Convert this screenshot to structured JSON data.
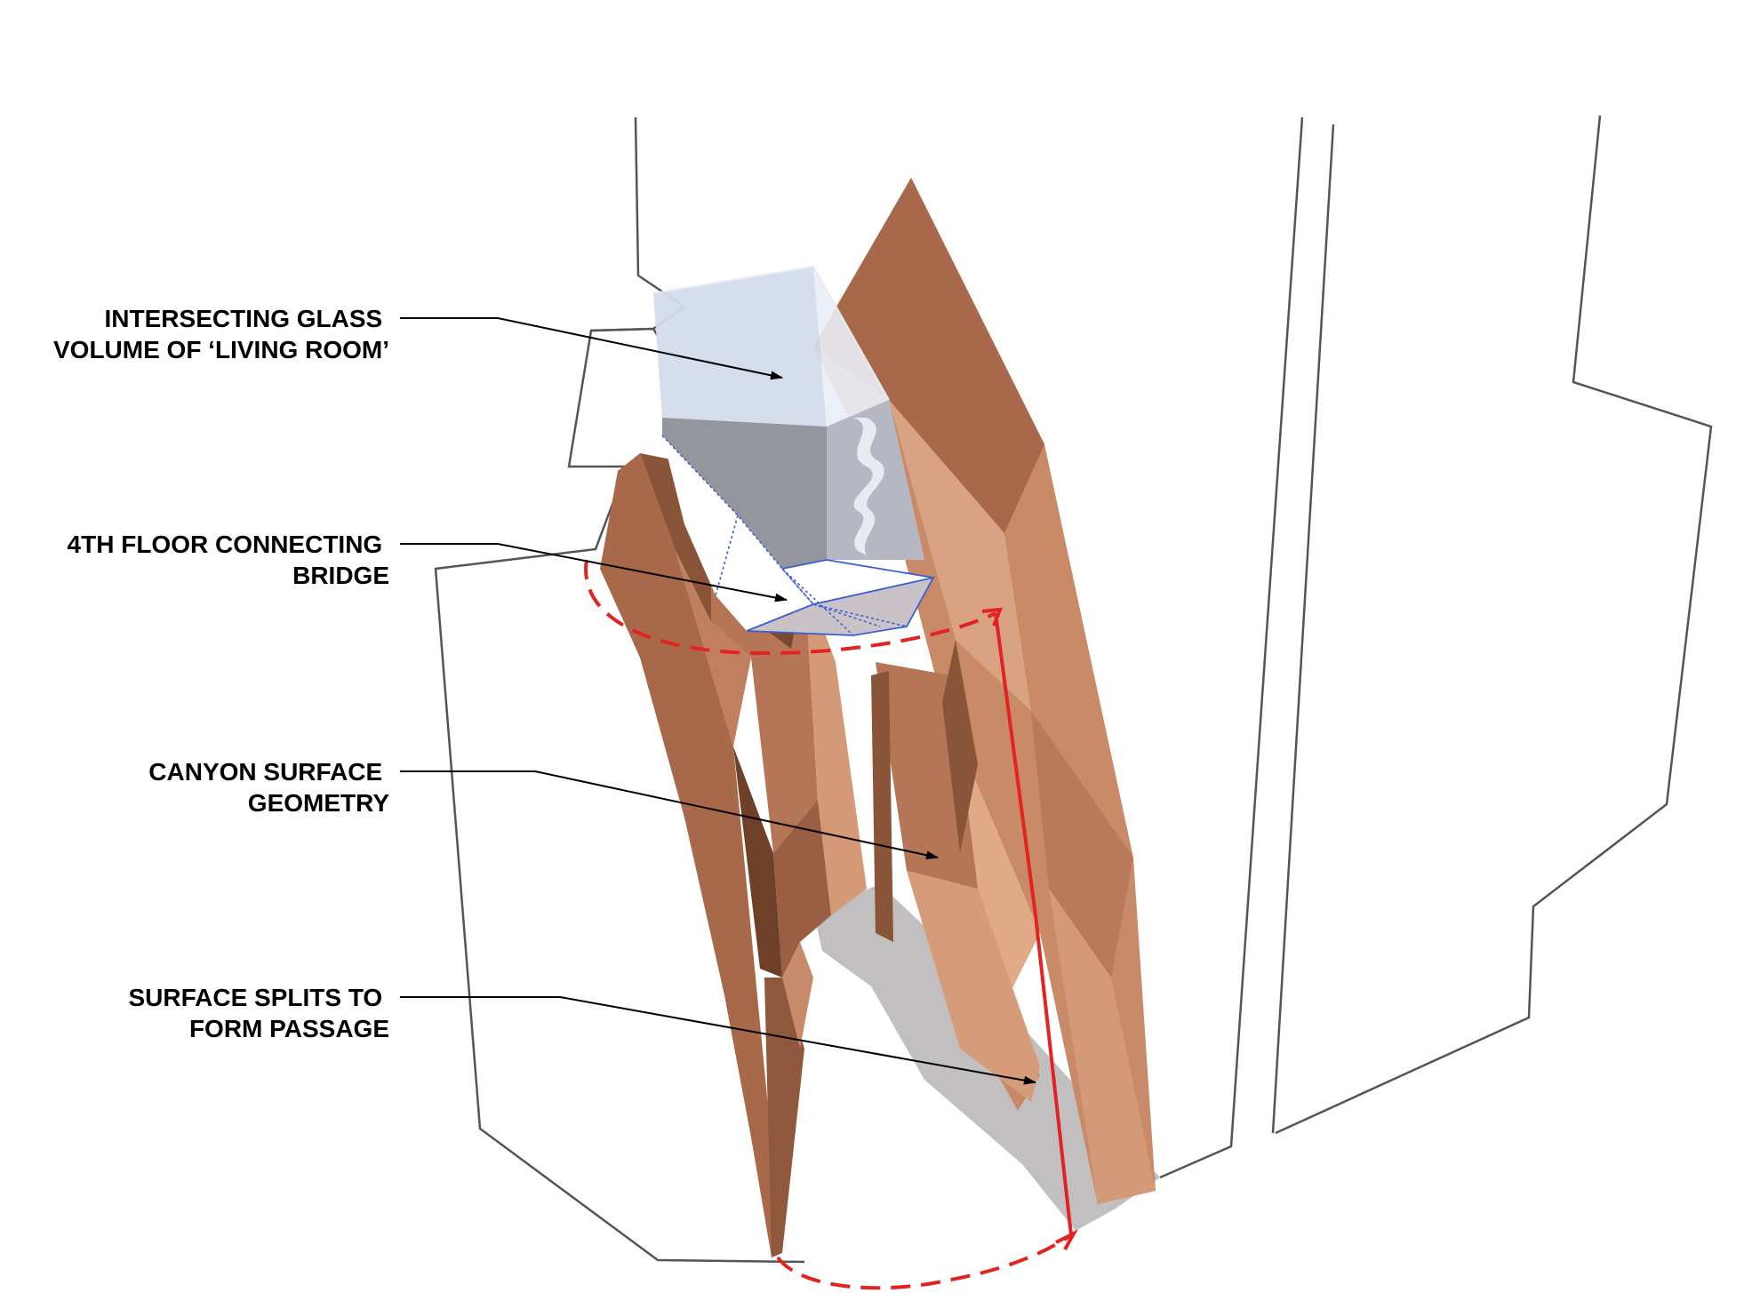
{
  "labels": [
    {
      "id": "glass-volume",
      "lines": [
        "INTERSECTING GLASS",
        "VOLUME OF ‘LIVING ROOM’"
      ]
    },
    {
      "id": "bridge",
      "lines": [
        "4TH FLOOR CONNECTING",
        "BRIDGE"
      ]
    },
    {
      "id": "canyon-surface",
      "lines": [
        "CANYON SURFACE",
        "GEOMETRY"
      ]
    },
    {
      "id": "surface-splits",
      "lines": [
        "SURFACE SPLITS TO",
        "FORM PASSAGE"
      ]
    }
  ],
  "colors": {
    "canyon_light": "#d49a78",
    "canyon_mid": "#b9785a",
    "canyon_dark": "#8a5438",
    "glass": "#c9d0e3",
    "glass_dark": "#8f8f99",
    "shadow": "#b7b4b6",
    "red_path": "#e32222",
    "outline": "#555555",
    "text": "#000000"
  },
  "icons": [
    "arrow-head-icon"
  ]
}
